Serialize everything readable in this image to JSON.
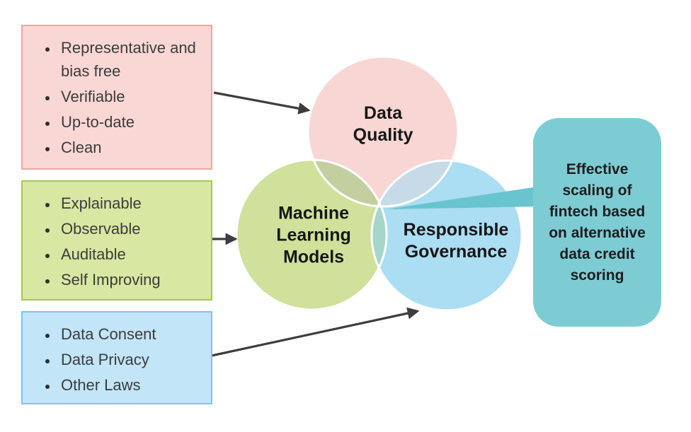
{
  "lists": {
    "data_quality": {
      "items": [
        "Representative and bias free",
        "Verifiable",
        "Up-to-date",
        "Clean"
      ],
      "fill": "#f9d7d5",
      "border": "#eba8a3"
    },
    "ml_models": {
      "items": [
        "Explainable",
        "Observable",
        "Auditable",
        "Self Improving"
      ],
      "fill": "#d8e7a2",
      "border": "#a9c84b"
    },
    "governance": {
      "items": [
        "Data Consent",
        "Data Privacy",
        "Other Laws"
      ],
      "fill": "#c2e5f7",
      "border": "#7cc5e9"
    }
  },
  "venn": {
    "circles": [
      {
        "label": "Data Quality",
        "fill": "#f8d6d3"
      },
      {
        "label": "Machine Learning Models",
        "fill": "#cfe19a"
      },
      {
        "label": "Responsible Governance",
        "fill": "#abddf3"
      }
    ]
  },
  "callout": {
    "text": "Effective scaling of fintech based on alternative data credit scoring",
    "fill": "#7dccd4"
  },
  "colors": {
    "overlap_dq_ml": "#c4cfa0",
    "overlap_dq_gov": "#c7dae7",
    "overlap_ml_gov": "#a8d5c9",
    "overlap_center": "#9fcfc6",
    "circle_outline": "#ffffff",
    "callout_tail": "#68c4ce",
    "arrow": "#3d3d3d",
    "list_text": "#3c3c3c",
    "label_text": "#161616"
  }
}
